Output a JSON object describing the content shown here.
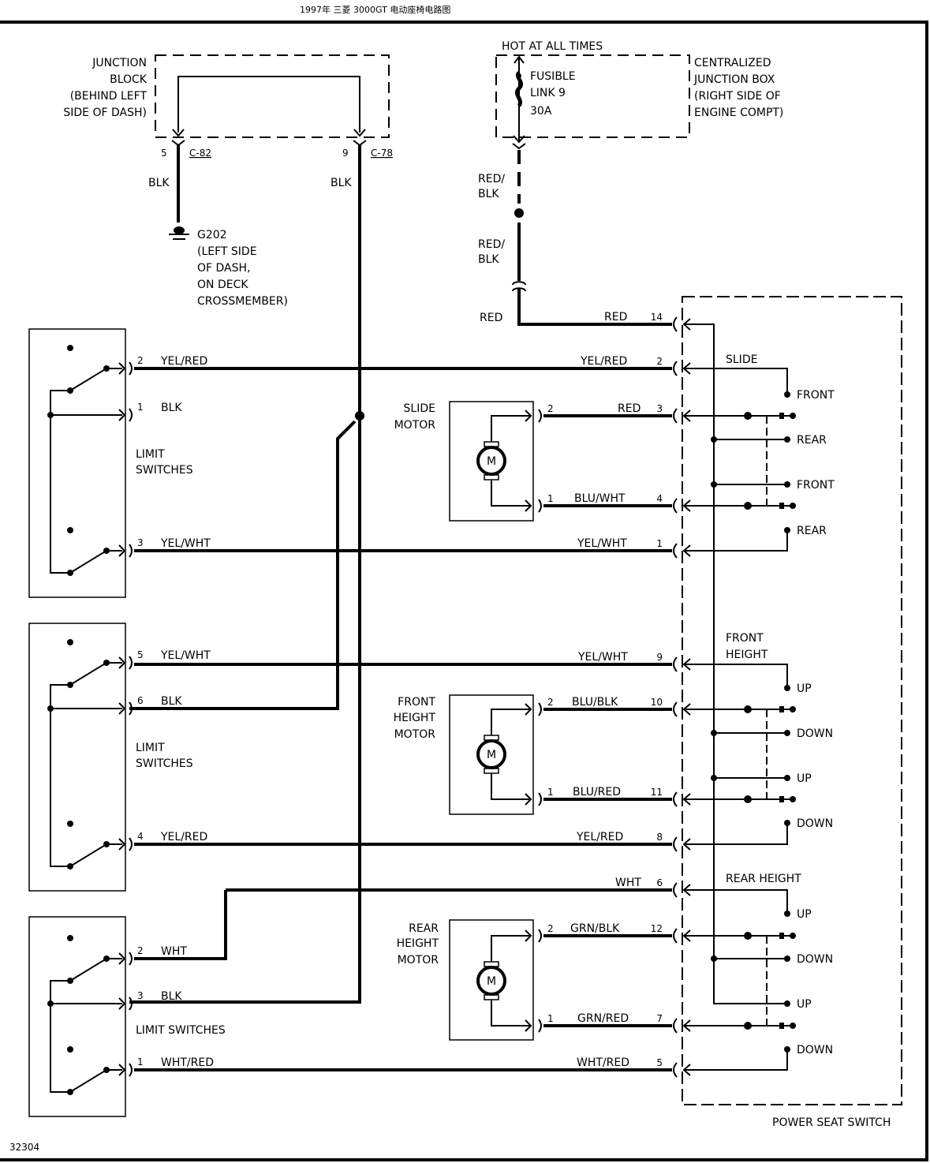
{
  "header": {
    "title": "1997年 三菱 3000GT 电动座椅电路图",
    "figure_id": "32304"
  },
  "junction_block": {
    "label": [
      "JUNCTION",
      "BLOCK",
      "(BEHIND LEFT",
      "SIDE OF DASH)"
    ],
    "pin_left": "5",
    "connector_left": "C-82",
    "pin_right": "9",
    "connector_right": "C-78",
    "wire_left": "BLK",
    "wire_right": "BLK"
  },
  "ground": {
    "label": [
      "G202",
      "(LEFT SIDE",
      "OF DASH,",
      "ON DECK",
      "CROSSMEMBER)"
    ]
  },
  "fuse_box": {
    "hot_label": "HOT AT ALL TIMES",
    "fuse_label": [
      "FUSIBLE",
      "LINK 9",
      "30A"
    ],
    "box_label": [
      "CENTRALIZED",
      "JUNCTION BOX",
      "(RIGHT SIDE OF",
      "ENGINE COMPT)"
    ],
    "wire1": [
      "RED/",
      "BLK"
    ],
    "wire2": [
      "RED/",
      "BLK"
    ],
    "wire3": "RED"
  },
  "limit_switches": [
    {
      "label": [
        "LIMIT",
        "SWITCHES"
      ],
      "pins": [
        {
          "pin": "2",
          "wire": "YEL/RED"
        },
        {
          "pin": "1",
          "wire": "BLK"
        },
        {
          "pin": "3",
          "wire": "YEL/WHT"
        }
      ]
    },
    {
      "label": [
        "LIMIT",
        "SWITCHES"
      ],
      "pins": [
        {
          "pin": "5",
          "wire": "YEL/WHT"
        },
        {
          "pin": "6",
          "wire": "BLK"
        },
        {
          "pin": "4",
          "wire": "YEL/RED"
        }
      ]
    },
    {
      "label": [
        "LIMIT SWITCHES"
      ],
      "pins": [
        {
          "pin": "2",
          "wire": "WHT"
        },
        {
          "pin": "3",
          "wire": "BLK"
        },
        {
          "pin": "1",
          "wire": "WHT/RED"
        }
      ]
    }
  ],
  "motors": [
    {
      "label": [
        "SLIDE",
        "MOTOR"
      ],
      "symbol": "M",
      "pin_top": "2",
      "pin_bottom": "1"
    },
    {
      "label": [
        "FRONT",
        "HEIGHT",
        "MOTOR"
      ],
      "symbol": "M",
      "pin_top": "2",
      "pin_bottom": "1"
    },
    {
      "label": [
        "REAR",
        "HEIGHT",
        "MOTOR"
      ],
      "symbol": "M",
      "pin_top": "2",
      "pin_bottom": "1"
    }
  ],
  "switch_pins": [
    {
      "wire": "RED",
      "pin": "14"
    },
    {
      "wire": "YEL/RED",
      "pin": "2"
    },
    {
      "wire": "RED",
      "pin": "3"
    },
    {
      "wire": "BLU/WHT",
      "pin": "4"
    },
    {
      "wire": "YEL/WHT",
      "pin": "1"
    },
    {
      "wire": "YEL/WHT",
      "pin": "9"
    },
    {
      "wire": "BLU/BLK",
      "pin": "10"
    },
    {
      "wire": "BLU/RED",
      "pin": "11"
    },
    {
      "wire": "YEL/RED",
      "pin": "8"
    },
    {
      "wire": "WHT",
      "pin": "6"
    },
    {
      "wire": "GRN/BLK",
      "pin": "12"
    },
    {
      "wire": "GRN/RED",
      "pin": "7"
    },
    {
      "wire": "WHT/RED",
      "pin": "5"
    }
  ],
  "power_seat_switch": {
    "label": "POWER SEAT SWITCH",
    "sections": [
      {
        "title": [
          "SLIDE"
        ],
        "positions": [
          "FRONT",
          "REAR",
          "FRONT",
          "REAR"
        ]
      },
      {
        "title": [
          "FRONT",
          "HEIGHT"
        ],
        "positions": [
          "UP",
          "DOWN",
          "UP",
          "DOWN"
        ]
      },
      {
        "title": [
          "REAR HEIGHT"
        ],
        "positions": [
          "UP",
          "DOWN",
          "UP",
          "DOWN"
        ]
      }
    ]
  }
}
